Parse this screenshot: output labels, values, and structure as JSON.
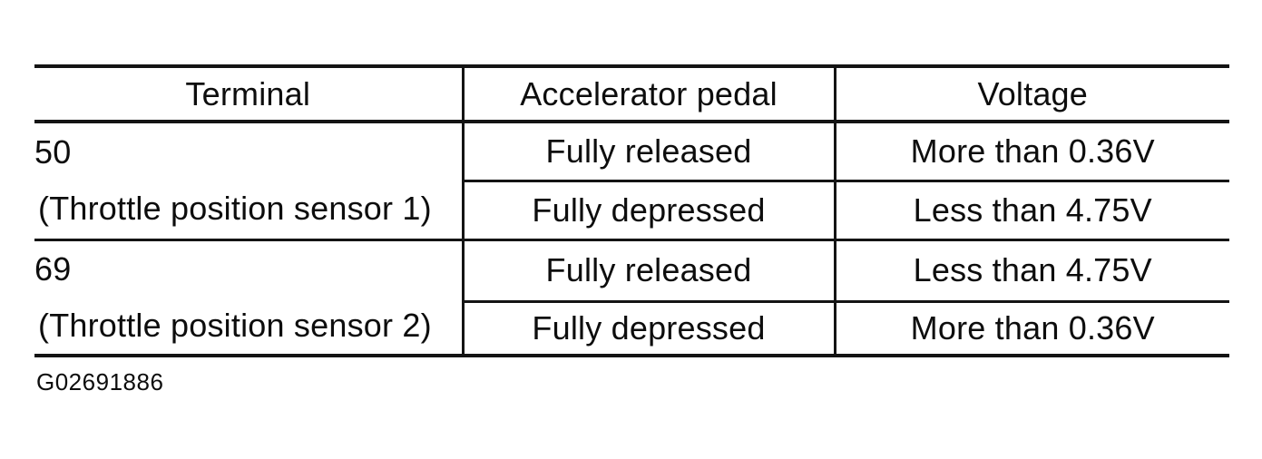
{
  "table": {
    "headers": [
      "Terminal",
      "Accelerator pedal",
      "Voltage"
    ],
    "groups": [
      {
        "terminal": "50",
        "terminal_note": "(Throttle position sensor 1)",
        "rows": [
          {
            "pedal": "Fully released",
            "voltage": "More than 0.36V"
          },
          {
            "pedal": "Fully depressed",
            "voltage": "Less than 4.75V"
          }
        ]
      },
      {
        "terminal": "69",
        "terminal_note": "(Throttle position sensor 2)",
        "rows": [
          {
            "pedal": "Fully released",
            "voltage": "Less than 4.75V"
          },
          {
            "pedal": "Fully depressed",
            "voltage": "More than 0.36V"
          }
        ]
      }
    ]
  },
  "caption": "G02691886"
}
